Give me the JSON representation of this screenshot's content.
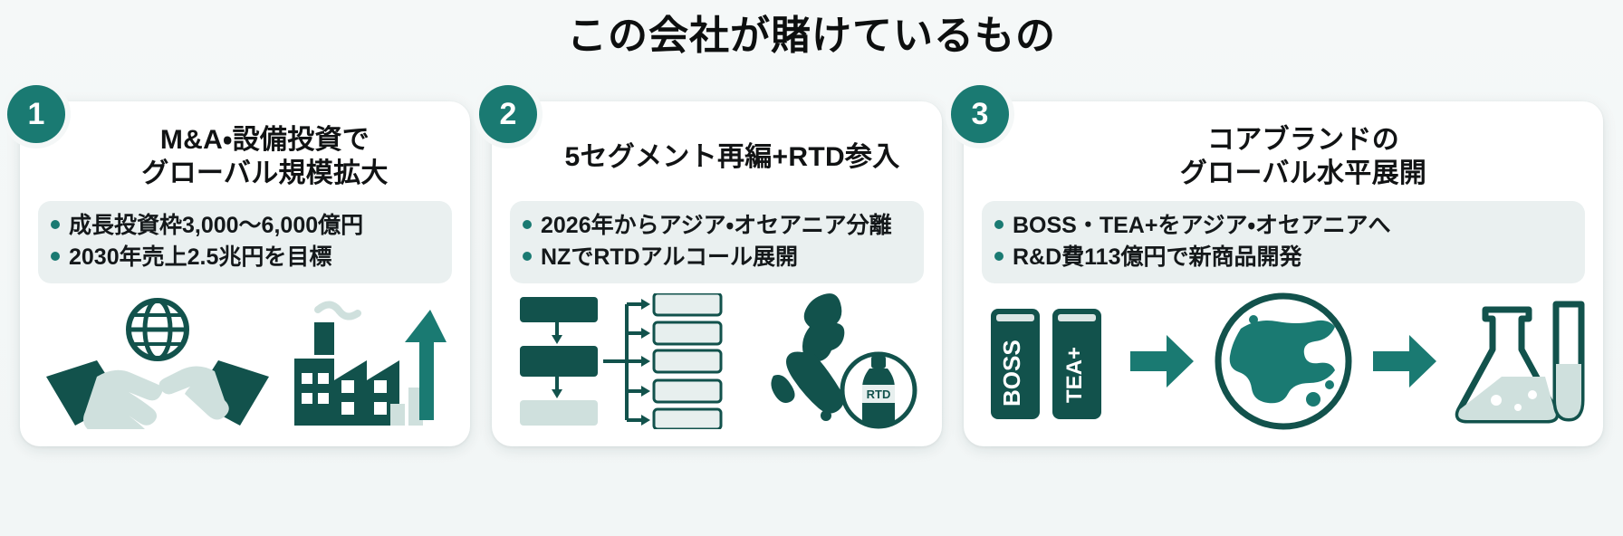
{
  "page": {
    "title": "この会社が賭けているもの",
    "background": "#f4f7f7",
    "accent": "#1a7a72",
    "accent_dark": "#12524c"
  },
  "cards": [
    {
      "badge": "1",
      "title_line1": "M&A・設備投資で",
      "title_line2": "グローバル規模拡大",
      "bullets": [
        "成長投資枠3,000〜6,000億円",
        "2030年売上2.5兆円を目標"
      ],
      "icons": [
        "handshake-icon",
        "factory-growth-icon"
      ]
    },
    {
      "badge": "2",
      "title_line1": "5セグメント再編+RTD参入",
      "title_line2": "",
      "bullets": [
        "2026年からアジア・オセアニア分離",
        "NZでRTDアルコール展開"
      ],
      "icons": [
        "org-chart-icon",
        "new-zealand-map-icon",
        "rtd-bottle-icon"
      ]
    },
    {
      "badge": "3",
      "title_line1": "コアブランドの",
      "title_line2": "グローバル水平展開",
      "bullets": [
        "BOSS・TEA+をアジア・オセアニアへ",
        "R&D費113億円で新商品開発"
      ],
      "icons": [
        "boss-can-icon",
        "tea-plus-can-icon",
        "globe-asia-icon",
        "arrow-right-icon",
        "flask-icon",
        "test-tube-icon"
      ]
    }
  ],
  "labels": {
    "can_boss": "BOSS",
    "can_tea": "TEA",
    "can_tea_plus": "+",
    "bottle_rtd": "RTD"
  }
}
